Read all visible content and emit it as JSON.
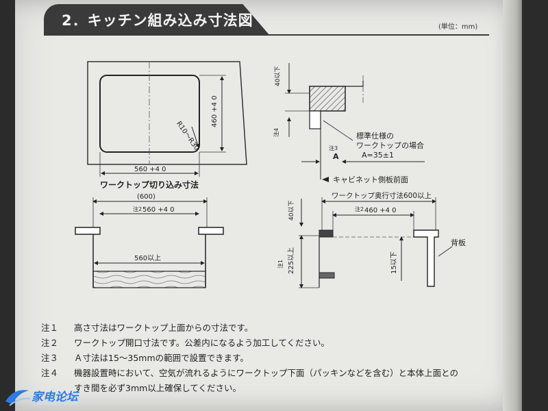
{
  "title": "2．キッチン組み込み寸法図",
  "unit_note": "(単位：mm)",
  "top_left": {
    "radius_label": "R10～R30",
    "height_label": "460 +4 0",
    "width_label": "560 +4 0",
    "caption": "ワークトップ切り込み寸法"
  },
  "bottom_left": {
    "overall": "(600)",
    "note_mark": "注2",
    "opening": "560 +4 0",
    "min_width": "560以上"
  },
  "top_right": {
    "height_top": "40以下",
    "note4_mark": "注4",
    "note3_mark": "注3",
    "a_mark": "A",
    "std_title": "標準仕様の",
    "std_line2": "ワークトップの場合",
    "std_value": "A=35±1",
    "cabinet_front": "キャビネット側板前面"
  },
  "bottom_right": {
    "depth_label": "ワークトップ奥行寸法600以上",
    "note2_mark": "注2",
    "opening_depth": "460 +4 0",
    "height_top": "40以下",
    "note1_mark": "注1",
    "height_main": "225以上",
    "height_15": "15以下",
    "back_panel": "背板"
  },
  "notes": [
    {
      "label": "注１",
      "text": "高さ寸法はワークトップ上面からの寸法です。"
    },
    {
      "label": "注２",
      "text": "ワークトップ開口寸法です。公差内になるよう加工してください。"
    },
    {
      "label": "注３",
      "text": "Ａ寸法は15～35mmの範囲で設置できます。"
    },
    {
      "label": "注４",
      "text": "機器設置時において、空気が流れるようにワークトップ下面（パッキンなどを含む）と本体上面との"
    },
    {
      "label": "",
      "text": "すき間を必ず3mm以上確保してください。"
    }
  ],
  "watermark": {
    "name": "家电论坛",
    "sub": "JDEBBS.COM"
  }
}
